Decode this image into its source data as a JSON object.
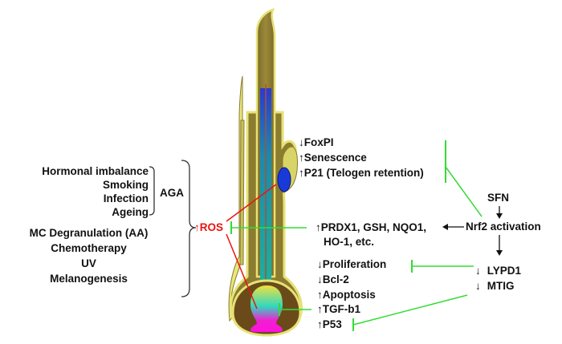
{
  "left_causes": {
    "aga_group": [
      "Hormonal imbalance",
      "Smoking",
      "Infection",
      "Ageing"
    ],
    "aga_label": "AGA",
    "other": [
      "MC Degranulation (AA)",
      "Chemotherapy",
      "UV",
      "Melanogenesis"
    ]
  },
  "ros": {
    "arrow": "↑",
    "label": "ROS"
  },
  "top_effects": [
    {
      "arrow": "↓",
      "text": "FoxPI"
    },
    {
      "arrow": "↑",
      "text": "Senescence"
    },
    {
      "arrow": "↑",
      "text": "P21 (Telogen retention)"
    }
  ],
  "antioxidants": {
    "arrow": "↑",
    "line1": "PRDX1, GSH, NQO1,",
    "line2": "HO-1, etc."
  },
  "sfn": "SFN",
  "nrf2": "Nrf2 activation",
  "lypd1": {
    "arrow": "↓",
    "text": "LYPD1"
  },
  "mtig": {
    "arrow": "↓",
    "text": "MTIG"
  },
  "bottom_effects": [
    {
      "arrow": "↓",
      "text": "Proliferation"
    },
    {
      "arrow": "↓",
      "text": "Bcl-2"
    },
    {
      "arrow": "↑",
      "text": "Apoptosis"
    },
    {
      "arrow": "↑",
      "text": "TGF-b1"
    },
    {
      "arrow": "↑",
      "text": "P53"
    }
  ],
  "colors": {
    "ros_red": "#ee1111",
    "inhibit_green": "#33dd33",
    "follicle_olive": "#8a7a2a",
    "follicle_yellow": "#e8e87a",
    "hair_shaft_blue": "#2244cc",
    "hair_inner_teal": "#1aa8a8",
    "bulb_magenta": "#ee11cc",
    "bulb_brown": "#6b4a1a",
    "gland_blue": "#1a3ad8"
  }
}
